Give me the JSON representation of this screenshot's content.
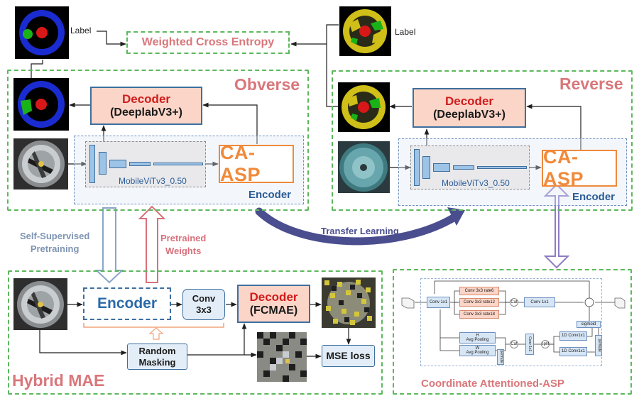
{
  "labels": {
    "label_left": "Label",
    "label_right": "Label",
    "weighted_cross_entropy": "Weighted Cross Entropy",
    "transfer_learning": "Transfer Learning",
    "self_supervised": [
      "Self-Supervised",
      "Pretraining"
    ],
    "pretrained": [
      "Pretrained",
      "Weights"
    ]
  },
  "obverse": {
    "title": "Obverse",
    "decoder_line1": "Decoder",
    "decoder_line2": "(DeeplabV3+)",
    "casp": "CA-ASP",
    "backbone": "MobileViTv3_0.50",
    "encoder": "Encoder"
  },
  "reverse": {
    "title": "Reverse",
    "decoder_line1": "Decoder",
    "decoder_line2": "(DeeplabV3+)",
    "casp": "CA-ASP",
    "backbone": "MobileViTv3_0.50",
    "encoder": "Encoder"
  },
  "hybrid_mae": {
    "title": "Hybrid MAE",
    "encoder": "Encoder",
    "conv_line1": "Conv",
    "conv_line2": "3x3",
    "decoder_line1": "Decoder",
    "decoder_line2": "(FCMAE)",
    "masking_line1": "Random",
    "masking_line2": "Masking",
    "mse": "MSE loss"
  },
  "ca_asp_panel": {
    "title": "Coordinate Attentioned-ASP",
    "conv1x1_a": "Conv 1x1",
    "rate6": "Conv 3x3 rate6",
    "rate12": "Conv 3x3 rate12",
    "rate18": "Conv 3x3 rate18",
    "cat1": "Cat",
    "conv1x1_b": "Conv 1x1",
    "h_pool": [
      "H",
      "Avg Pooling"
    ],
    "w_pool": [
      "W",
      "Avg Pooling"
    ],
    "permute1": "permute",
    "cat2": "Cat",
    "conv1x1_c": "Conv 1x1",
    "split": "split",
    "conv1d_a": "1D Conv1x1",
    "conv1d_b": "1D Conv1x1",
    "sigmoid": "sigmoid",
    "permute2": "permute",
    "mul": "⊗"
  },
  "colors": {
    "panel_border": "#5cb85c",
    "title_red": "#d9777b",
    "decoder_fill": "#fbd5c8",
    "decoder_text": "#d11c1c",
    "casp_orange": "#f08a3a",
    "encoder_blue": "#2b5c96",
    "transfer_arrow": "#4a4e8e",
    "pretrain_arrow": "#8aa5c8",
    "weights_arrow": "#d9707b",
    "casp_arrow": "#8e7cc3"
  }
}
